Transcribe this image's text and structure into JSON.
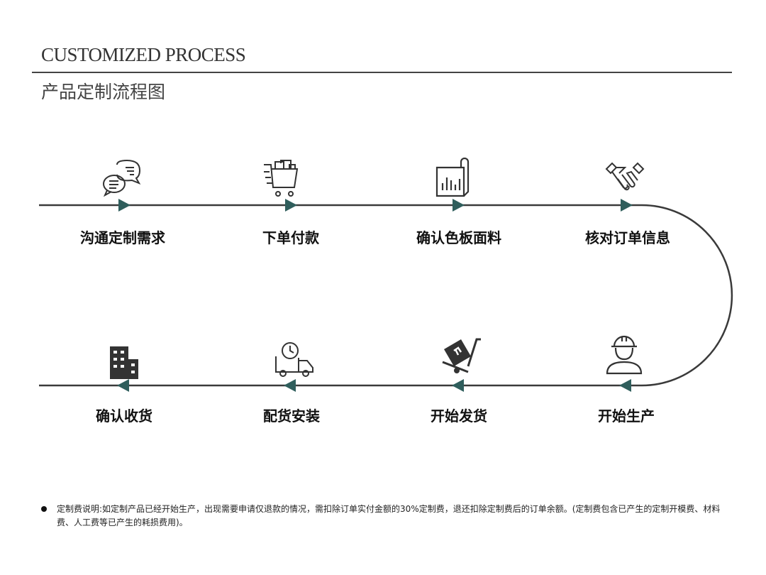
{
  "header": {
    "title": "CUSTOMIZED PROCESS",
    "subtitle": "产品定制流程图"
  },
  "steps_top": [
    {
      "label": "沟通定制需求",
      "icon": "chat-bubbles-icon"
    },
    {
      "label": "下单付款",
      "icon": "shopping-cart-icon"
    },
    {
      "label": "确认色板面料",
      "icon": "document-chart-icon"
    },
    {
      "label": "核对订单信息",
      "icon": "handshake-icon"
    }
  ],
  "steps_bottom": [
    {
      "label": "确认收货",
      "icon": "building-icon"
    },
    {
      "label": "配货安装",
      "icon": "delivery-truck-icon"
    },
    {
      "label": "开始发货",
      "icon": "hand-truck-icon"
    },
    {
      "label": "开始生产",
      "icon": "worker-icon"
    }
  ],
  "colors": {
    "arrow": "#2f5e5c",
    "line": "#3a3a3a"
  },
  "note": "定制费说明:如定制产品已经开始生产，出现需要申请仅退款的情况，需扣除订单实付金额的30%定制费，退还扣除定制费后的订单余额。(定制费包含已产生的定制开模费、材料费、人工费等已产生的耗损费用)。"
}
